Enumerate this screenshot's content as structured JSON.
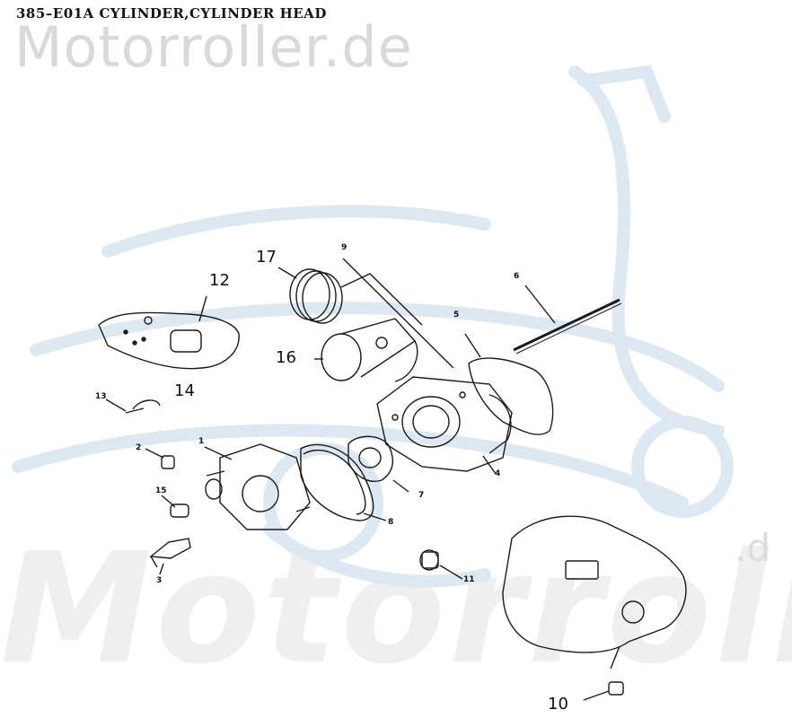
{
  "title": "385–E01A  CYLINDER,CYLINDER  HEAD",
  "watermark_top": "Motorroller.de",
  "watermark_bottom": "Motorroller",
  "watermark_bottom_suffix": ".d",
  "colors": {
    "logo_blue": "#dde8f3",
    "line_art": "#1a1a1a",
    "watermark_gray": "#d9d9d9"
  },
  "callouts": {
    "c1": "1",
    "c2": "2",
    "c3": "3",
    "c4": "4",
    "c5": "5",
    "c6": "6",
    "c7": "7",
    "c8": "8",
    "c9": "9",
    "c10": "10",
    "c11": "11",
    "c12": "12",
    "c13": "13",
    "c14": "14",
    "c15": "15",
    "c16": "16",
    "c17": "17"
  }
}
